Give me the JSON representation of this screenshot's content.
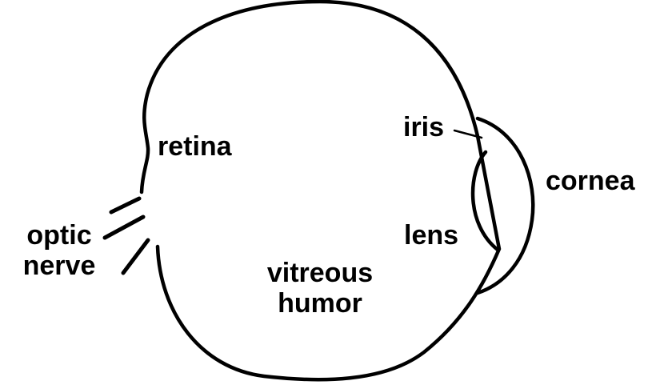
{
  "diagram": {
    "labels": {
      "retina": "retina",
      "iris": "iris",
      "cornea": "cornea",
      "lens": "lens",
      "optic_nerve_line1": "optic",
      "optic_nerve_line2": "nerve",
      "vitreous_line1": "vitreous",
      "vitreous_line2": "humor"
    },
    "colors": {
      "stroke": "#000000",
      "background": "#ffffff",
      "text": "#000000"
    }
  }
}
